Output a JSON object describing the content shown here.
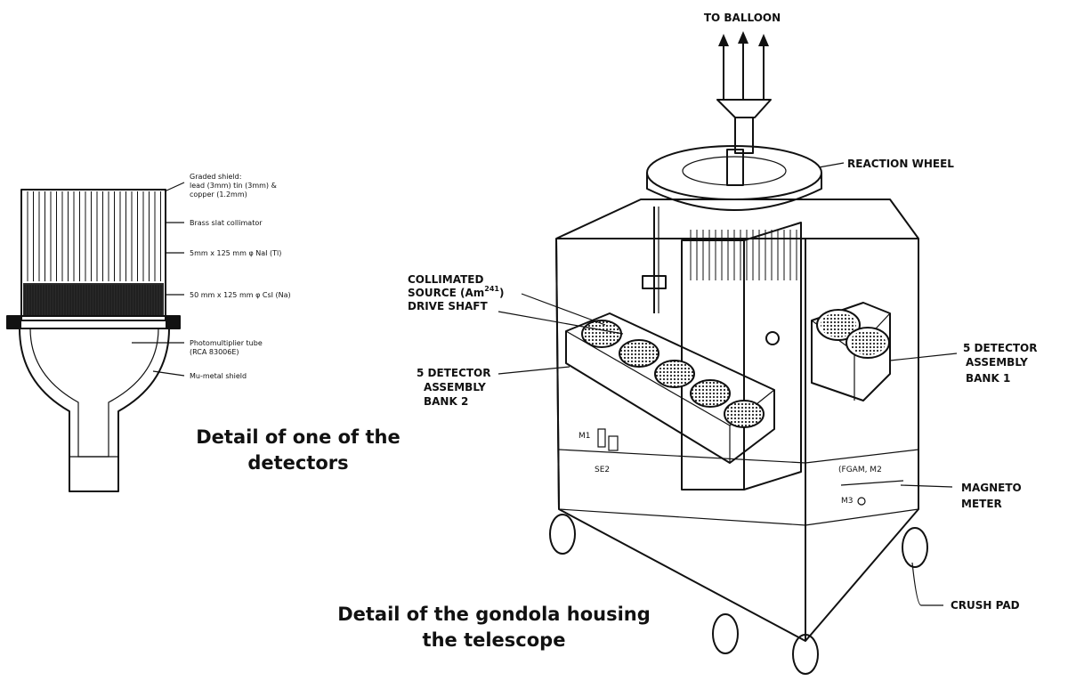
{
  "detector": {
    "caption": [
      "Detail of one of the",
      "detectors"
    ],
    "labels": {
      "graded_shield": [
        "Graded shield:",
        "lead (3mm) tin (3mm) &",
        "copper (1.2mm)"
      ],
      "brass": "Brass slat collimator",
      "nai": "5mm x 125 mm φ NaI (Tl)",
      "csi": "50 mm x 125 mm φ CsI (Na)",
      "pmt": [
        "Photomultiplier tube",
        "(RCA 83006E)"
      ],
      "mu": "Mu-metal shield"
    }
  },
  "gondola": {
    "caption": [
      "Detail of the gondola housing",
      "the telescope"
    ],
    "labels": {
      "balloon": "TO BALLOON",
      "wheel": "REACTION WHEEL",
      "source": [
        "COLLIMATED",
        "SOURCE (Am",
        ")",
        "DRIVE SHAFT"
      ],
      "source_sup": "241",
      "bank2": [
        "5 DETECTOR",
        "ASSEMBLY",
        "BANK 2"
      ],
      "bank1": [
        "5 DETECTOR",
        "ASSEMBLY",
        "BANK 1"
      ],
      "magneto": [
        "MAGNETO",
        "METER"
      ],
      "crush": "CRUSH PAD",
      "m1": "M1",
      "se2": "SE2",
      "fgam": "(FGAM, M2",
      "m3": "M3"
    }
  }
}
